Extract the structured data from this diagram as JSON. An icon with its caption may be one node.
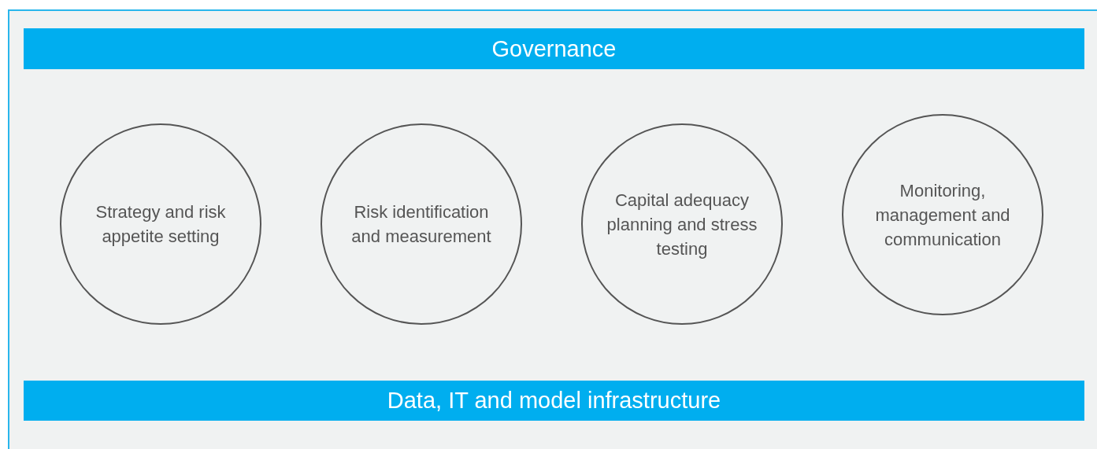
{
  "diagram": {
    "nodes": [
      {
        "text": [
          "Governance"
        ]
      },
      {
        "text": [
          "Strategy and risk appetite setting"
        ]
      },
      {
        "text": [
          "Risk identification and measurement"
        ]
      },
      {
        "text": [
          "Capital adequacy planning and stress testing"
        ]
      },
      {
        "text": [
          "Monitoring, management and communication"
        ]
      },
      {
        "text": [
          "Data, IT and model infrastructure"
        ]
      }
    ]
  }
}
